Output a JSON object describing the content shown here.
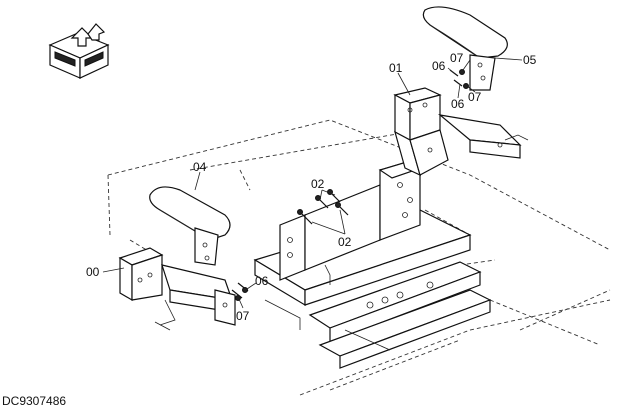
{
  "drawing_code": "DC9307486",
  "callouts": [
    {
      "id": "c00",
      "text": "00"
    },
    {
      "id": "c01",
      "text": "01"
    },
    {
      "id": "c02a",
      "text": "02"
    },
    {
      "id": "c02b",
      "text": "02"
    },
    {
      "id": "c04",
      "text": "04"
    },
    {
      "id": "c05",
      "text": "05"
    },
    {
      "id": "c06a",
      "text": "06"
    },
    {
      "id": "c06b",
      "text": "06"
    },
    {
      "id": "c06c",
      "text": "06"
    },
    {
      "id": "c07a",
      "text": "07"
    },
    {
      "id": "c07b",
      "text": "07"
    },
    {
      "id": "c07c",
      "text": "07"
    }
  ]
}
